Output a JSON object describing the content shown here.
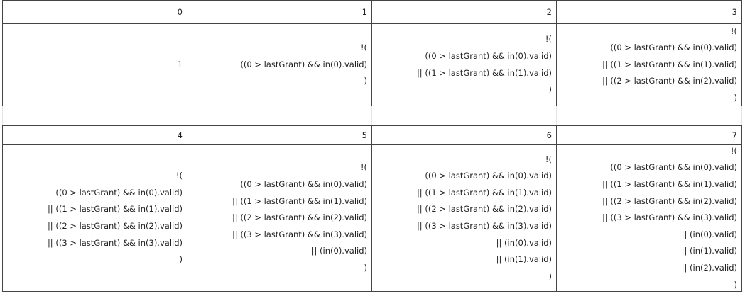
{
  "table": {
    "top_headers": [
      "0",
      "1",
      "2",
      "3"
    ],
    "top_cells": [
      [
        "1"
      ],
      [
        "!(",
        "((0 > lastGrant) && in(0).valid)",
        ")"
      ],
      [
        "!(",
        "((0 > lastGrant) && in(0).valid)",
        "|| ((1 > lastGrant) && in(1).valid)",
        ")"
      ],
      [
        "!(",
        "((0 > lastGrant) && in(0).valid)",
        "|| ((1 > lastGrant) && in(1).valid)",
        "|| ((2 > lastGrant) && in(2).valid)",
        ")"
      ]
    ],
    "bottom_headers": [
      "4",
      "5",
      "6",
      "7"
    ],
    "bottom_cells": [
      [
        "!(",
        "((0 > lastGrant) && in(0).valid)",
        "|| ((1 > lastGrant) && in(1).valid)",
        "|| ((2 > lastGrant) && in(2).valid)",
        "|| ((3 > lastGrant) && in(3).valid)",
        ")"
      ],
      [
        "!(",
        "((0 > lastGrant) && in(0).valid)",
        "|| ((1 > lastGrant) && in(1).valid)",
        "|| ((2 > lastGrant) && in(2).valid)",
        "|| ((3 > lastGrant) && in(3).valid)",
        "|| (in(0).valid)",
        ")"
      ],
      [
        "!(",
        "((0 > lastGrant) && in(0).valid)",
        "|| ((1 > lastGrant) && in(1).valid)",
        "|| ((2 > lastGrant) && in(2).valid)",
        "|| ((3 > lastGrant) && in(3).valid)",
        "|| (in(0).valid)",
        "|| (in(1).valid)",
        ")"
      ],
      [
        "!(",
        "((0 > lastGrant) && in(0).valid)",
        "|| ((1 > lastGrant) && in(1).valid)",
        "|| ((2 > lastGrant) && in(2).valid)",
        "|| ((3 > lastGrant) && in(3).valid)",
        "|| (in(0).valid)",
        "|| (in(1).valid)",
        "|| (in(2).valid)",
        ")"
      ]
    ]
  }
}
